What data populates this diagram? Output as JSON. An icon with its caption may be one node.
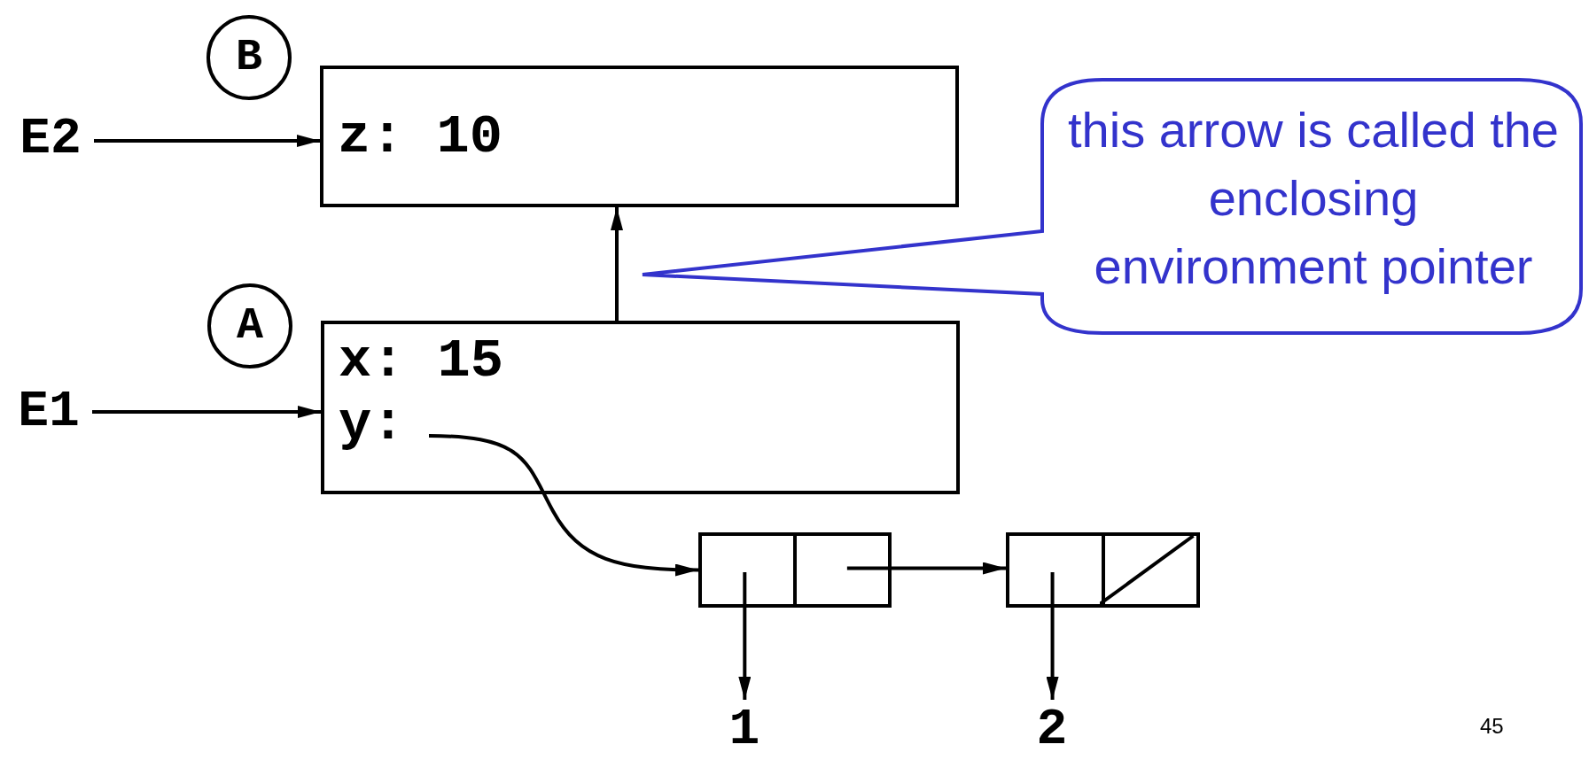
{
  "diagram": {
    "nodes": [
      {
        "text": [
          "B"
        ]
      },
      {
        "text": [
          "z: 10"
        ]
      },
      {
        "text": [
          "E2"
        ]
      },
      {
        "text": [
          "A"
        ]
      },
      {
        "text": [
          "x: 15",
          "y:"
        ]
      },
      {
        "text": [
          "E1"
        ]
      },
      {
        "text": [
          "this arrow is called the enclosing environment pointer"
        ]
      },
      {
        "text": [],
        "shape": "box"
      },
      {
        "text": [],
        "shape": "box"
      },
      {
        "text": [
          "1"
        ]
      },
      {
        "text": [
          "2"
        ]
      }
    ],
    "edges": [
      {
        "from": 2,
        "to": 1,
        "arrow": "to"
      },
      {
        "from": 5,
        "to": 4,
        "arrow": "to"
      },
      {
        "from": 4,
        "to": 1,
        "arrow": "to"
      },
      {
        "from": 4,
        "to": 7,
        "arrow": "to"
      },
      {
        "from": 7,
        "to": 8,
        "arrow": "to"
      },
      {
        "from": 7,
        "to": 9,
        "arrow": "to"
      },
      {
        "from": 8,
        "to": 10,
        "arrow": "to"
      }
    ],
    "labels": [
      "45"
    ]
  }
}
